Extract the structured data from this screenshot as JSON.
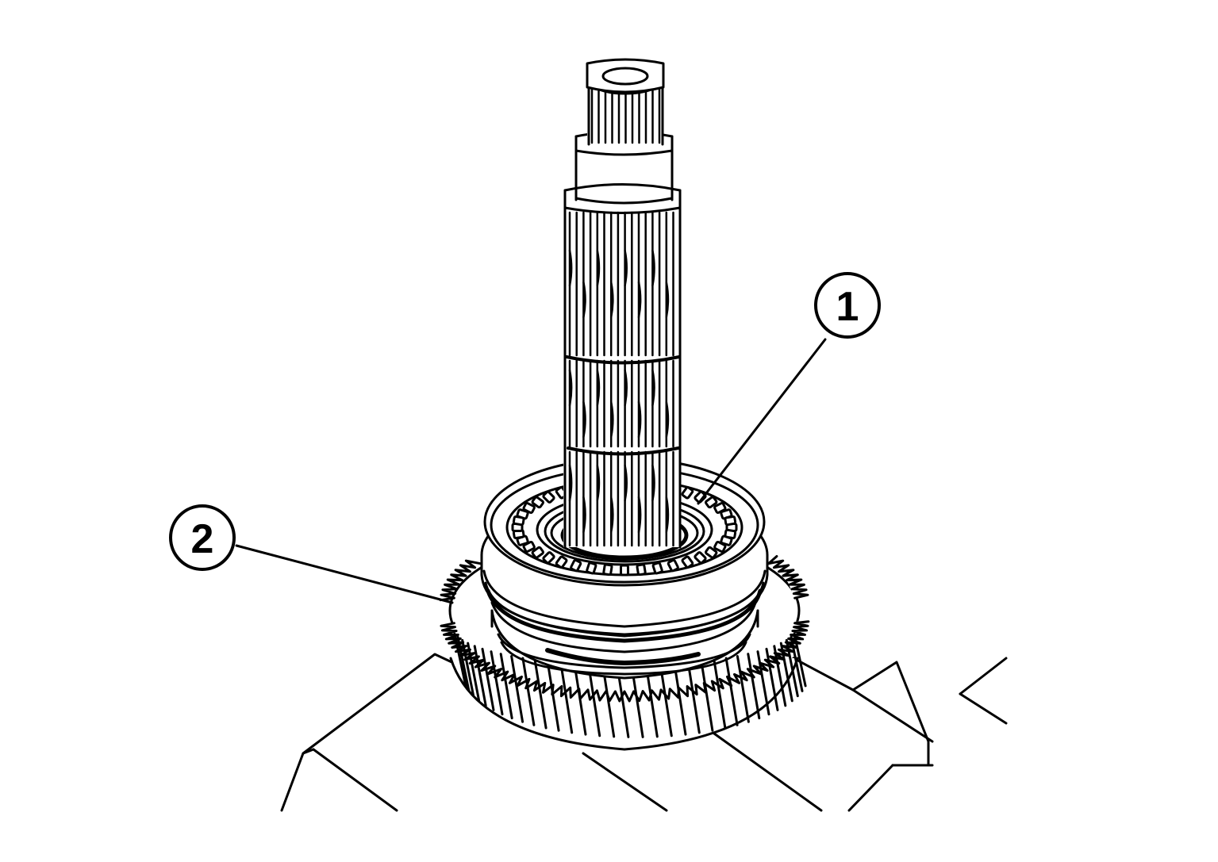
{
  "colors": {
    "background": "#ffffff",
    "ink": "#000000"
  },
  "callouts": [
    {
      "id": "1",
      "label": "1"
    },
    {
      "id": "2",
      "label": "2"
    }
  ]
}
